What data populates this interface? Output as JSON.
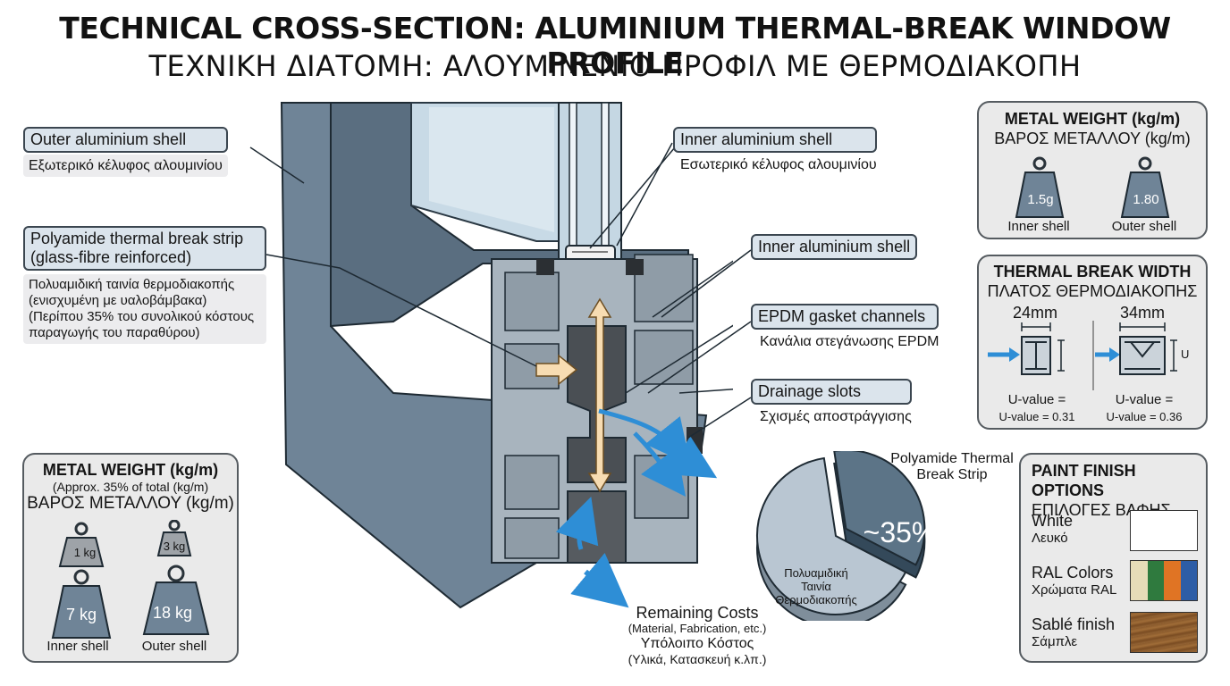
{
  "title": "TECHNICAL CROSS-SECTION: ALUMINIUM THERMAL-BREAK WINDOW PROFILE",
  "subtitle": "ΤΕΧΝΙΚΗ ΔΙΑΤΟΜΗ: ΑΛΟΥΜΙΝΕΝΙΟ ΠΡΟΦΙΛ ΜΕ ΘΕΡΜΟΔΙΑΚΟΠΗ",
  "callouts": {
    "outer_shell": {
      "en": "Outer aluminium shell",
      "el": "Εξωτερικό κέλυφος αλουμινίου"
    },
    "polyamide": {
      "en1": "Polyamide thermal break strip",
      "en2": "(glass-fibre reinforced)",
      "el1": "Πολυαμιδική ταινία θερμοδιακοπής",
      "el2": "(ενισχυμένη με υαλοβάμβακα)",
      "el3": "(Περίπου 35% του συνολικού κόστους",
      "el4": "παραγωγής του παραθύρου)"
    },
    "inner_shell_top": {
      "en": "Inner aluminium shell",
      "el": "Εσωτερικό κέλυφος αλουμινίου"
    },
    "inner_shell_mid": {
      "en": "Inner aluminium shell"
    },
    "epdm": {
      "en": "EPDM gasket channels",
      "el": "Κανάλια στεγάνωσης EPDM"
    },
    "drainage": {
      "en": "Drainage slots",
      "el": "Σχισμές αποστράγγισης"
    }
  },
  "weight_panel_top": {
    "title_en": "METAL WEIGHT (kg/m)",
    "title_el": "ΒΑΡΟΣ ΜΕΤΑΛΛΟΥ (kg/m)",
    "weights": [
      {
        "value": "1.5g",
        "label": "Inner shell"
      },
      {
        "value": "1.80",
        "label": "Outer shell"
      }
    ]
  },
  "weight_panel_bottom": {
    "title_en": "METAL WEIGHT (kg/m)",
    "note": "(Approx. 35% of total (kg/m)",
    "title_el": "ΒΑΡΟΣ ΜΕΤΑΛΛΟΥ (kg/m)",
    "weights": [
      {
        "value": "1 kg"
      },
      {
        "value": "3 kg"
      },
      {
        "value": "7 kg",
        "label": "Inner shell"
      },
      {
        "value": "18 kg",
        "label": "Outer shell"
      }
    ]
  },
  "thermal_panel": {
    "title_en": "THERMAL BREAK WIDTH",
    "title_el": "ΠΛΑΤΟΣ ΘΕΡΜΟΔΙΑΚΟΠΗΣ",
    "widths": [
      {
        "width": "24mm",
        "u_label": "U-value =",
        "u_value": "U-value = 0.31"
      },
      {
        "width": "34mm",
        "u_label": "U-value =",
        "u_value": "U-value = 0.36"
      }
    ],
    "u_marker": "U"
  },
  "pie": {
    "label_en1": "Polyamide Thermal",
    "label_en2": "Break Strip",
    "percent": "~35%",
    "inner_el1": "Πολυαμιδική",
    "inner_el2": "Ταινία",
    "inner_el3": "Θερμοδιακοπής",
    "rest_en": "Remaining Costs",
    "rest_en2": "(Material, Fabrication, etc.)",
    "rest_el": "Υπόλοιπο Κόστος",
    "rest_el2": "(Υλικά, Κατασκευή κ.λπ.)",
    "share": 0.35,
    "colors": {
      "slice": "#5c7487",
      "rest": "#b9c6d2"
    }
  },
  "paint_panel": {
    "title_en": "PAINT FINISH OPTIONS",
    "title_el": "ΕΠΙΛΟΓΕΣ ΒΑΦΗΣ",
    "options": [
      {
        "en": "White",
        "el": "Λευκό"
      },
      {
        "en": "RAL Colors",
        "el": "Χρώματα RAL"
      },
      {
        "en": "Sablé finish",
        "el": "Σάμπλε"
      }
    ],
    "ral_colors": [
      "#e6dcb8",
      "#2f7a3e",
      "#e07424",
      "#2d5da6"
    ]
  },
  "colors": {
    "profile": "#6e8396",
    "profile_dark": "#4f6272",
    "glass": "#c9dbe6",
    "label_bg": "#dbe4ec"
  }
}
